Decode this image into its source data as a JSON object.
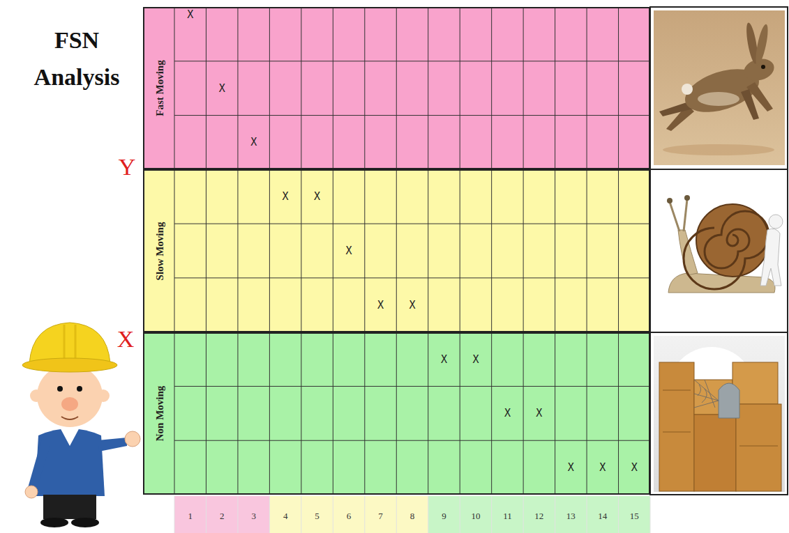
{
  "diagram": {
    "title": "FSN Analysis",
    "nodes": [
      {
        "text": [
          "Fast Moving"
        ]
      },
      {
        "text": [
          "Slow Moving"
        ]
      },
      {
        "text": [
          "Non Moving"
        ]
      }
    ],
    "labels": [
      "Y",
      "X",
      "X",
      "X",
      "X",
      "X",
      "X",
      "X",
      "X",
      "X",
      "X",
      "X",
      "X",
      "X",
      "X",
      "X",
      "X",
      "1",
      "2",
      "3",
      "4",
      "5",
      "6",
      "7",
      "8",
      "9",
      "10",
      "11",
      "12",
      "13",
      "14",
      "15"
    ]
  }
}
